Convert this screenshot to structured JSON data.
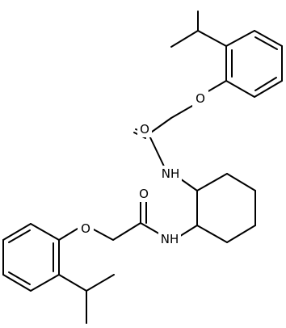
{
  "colors": {
    "bond": "#000000",
    "background": "#ffffff"
  },
  "atoms": {
    "o_ether_top": "O",
    "o_carbonyl_top": "O",
    "n_top": "NH",
    "n_bottom": "NH",
    "o_carbonyl_bottom": "O",
    "o_ether_bottom": "O"
  }
}
